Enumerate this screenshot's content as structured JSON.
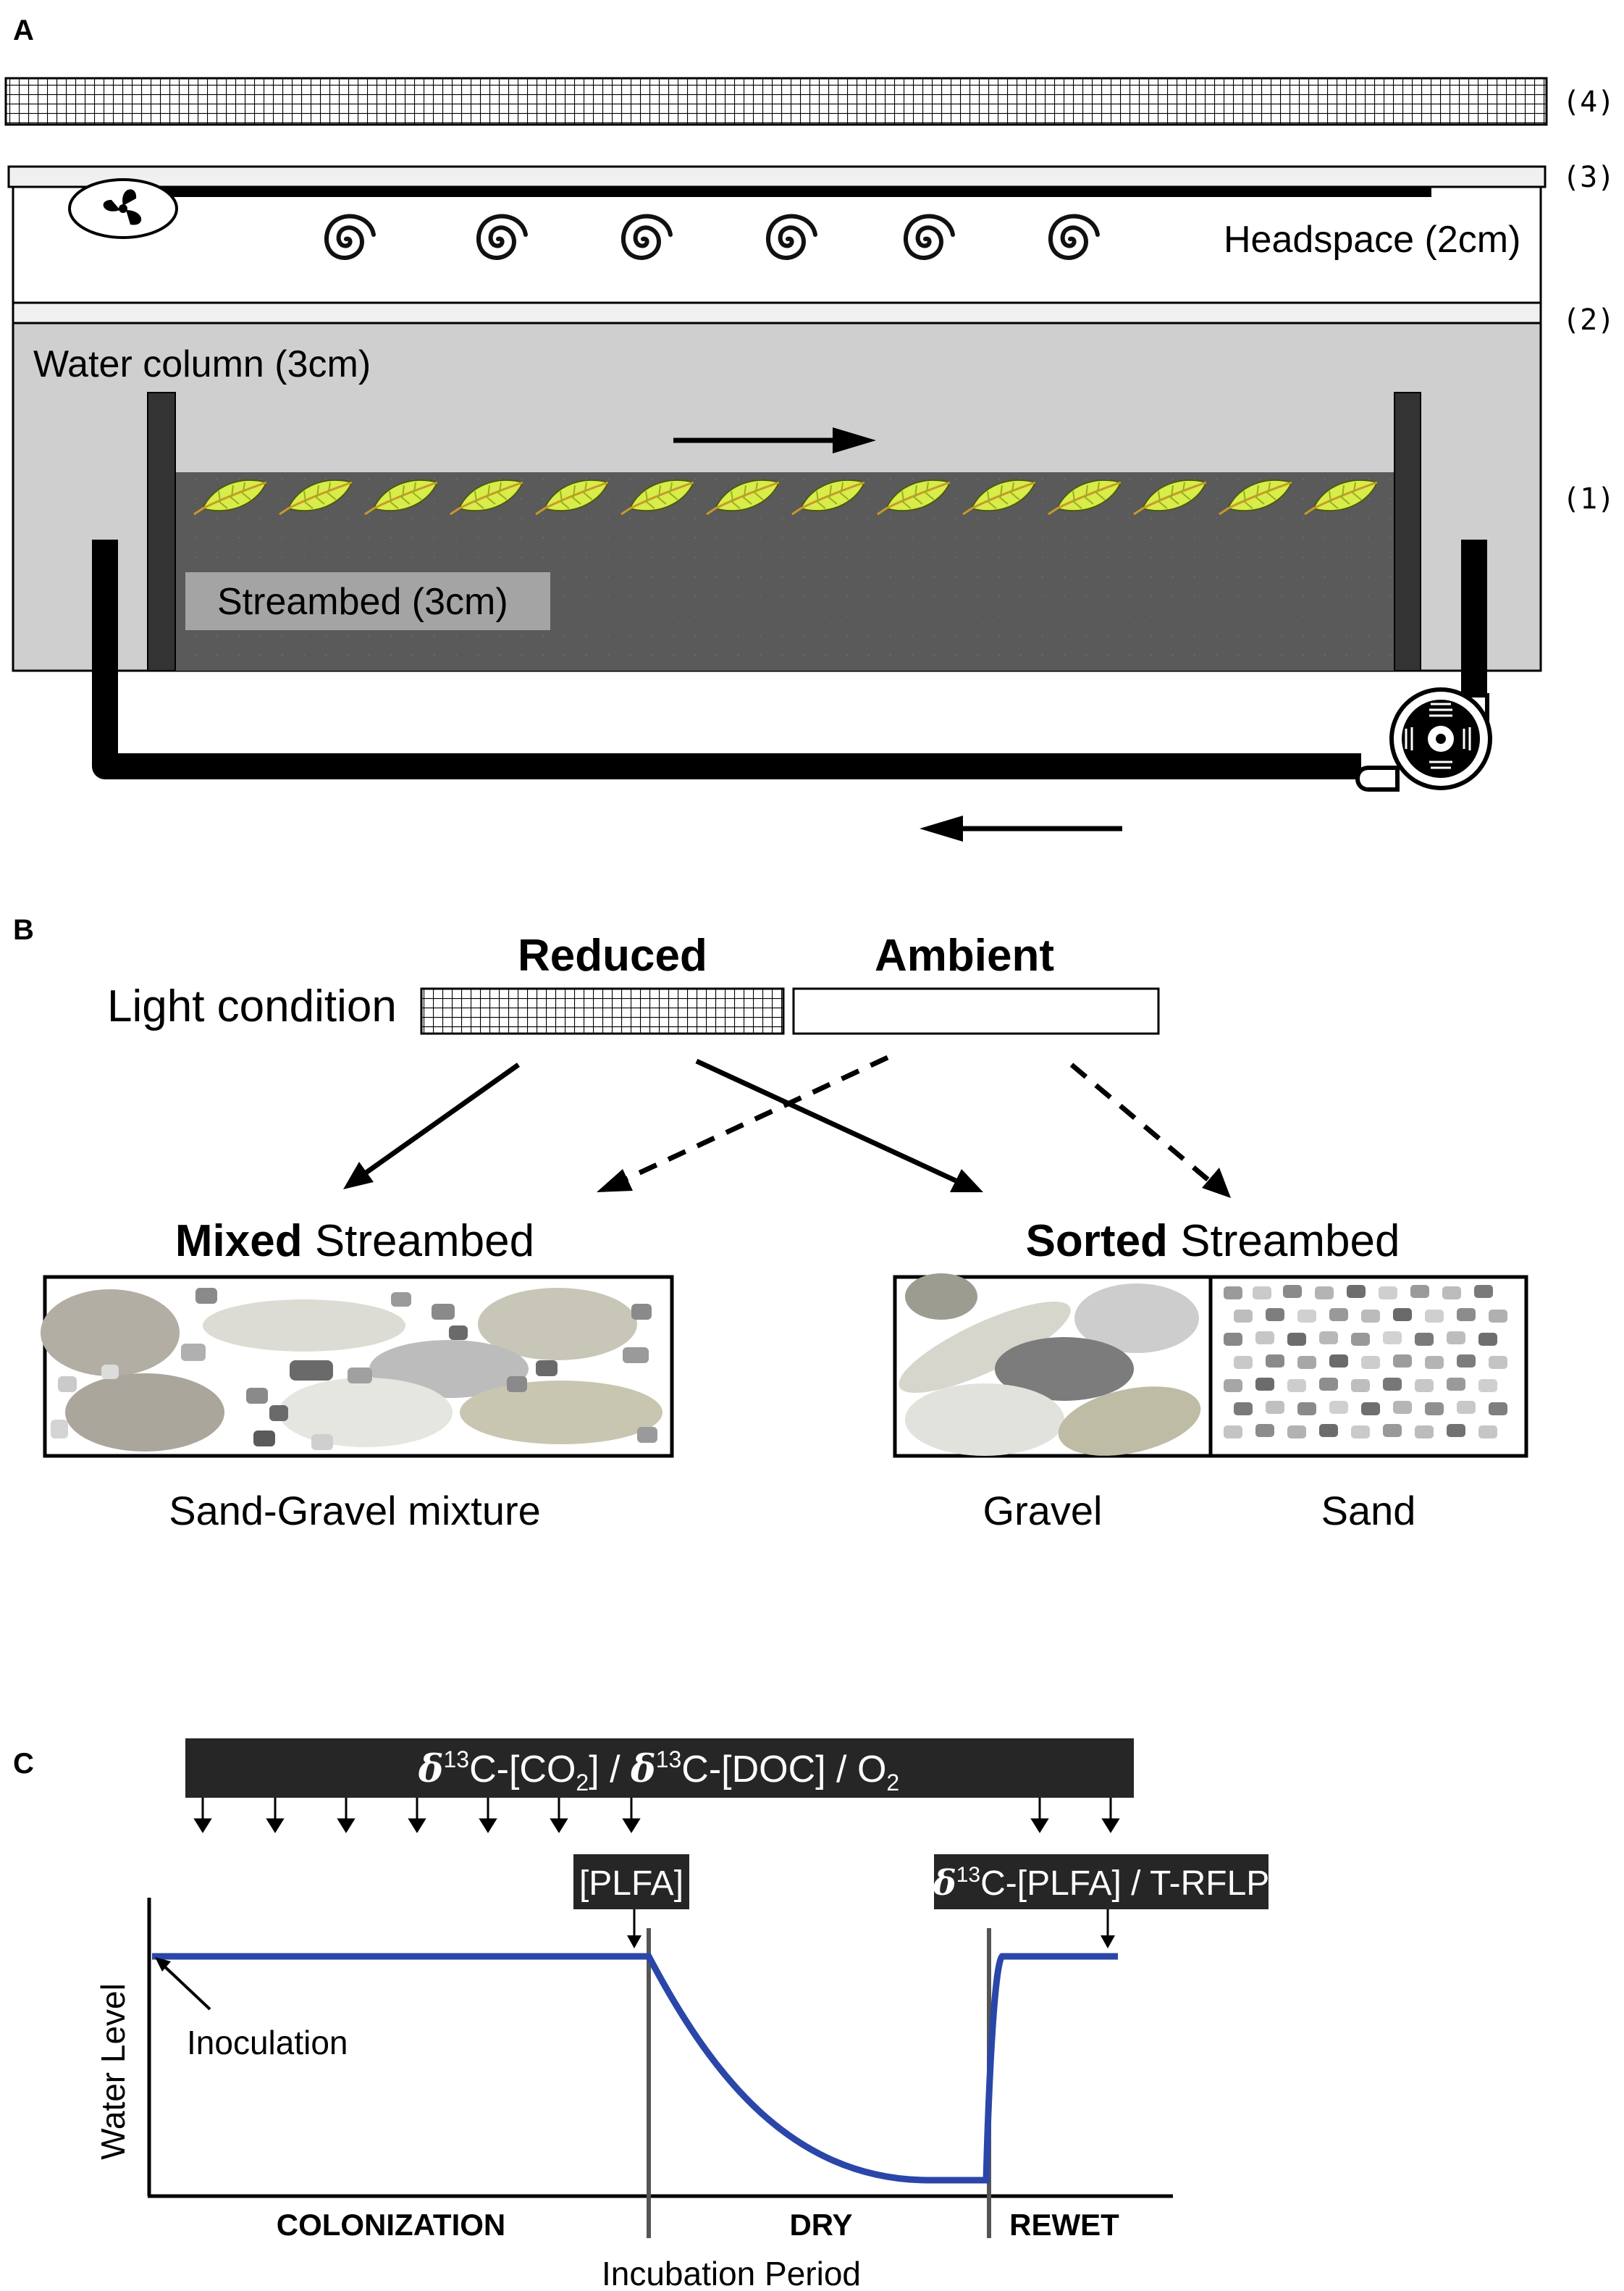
{
  "panel_a": {
    "letter": "A",
    "labels": {
      "l4": "(4)",
      "l3": "(3)",
      "l2": "(2)",
      "l1": "(1)",
      "headspace": "Headspace (2cm)",
      "water_column": "Water column (3cm)",
      "streambed": "Streambed (3cm)"
    },
    "icons": [
      "fan-icon",
      "spiral-icon",
      "leaf-icon",
      "pump-icon",
      "arrow-right-icon",
      "arrow-left-icon"
    ]
  },
  "panel_b": {
    "letter": "B",
    "light_condition": "Light condition",
    "reduced": "Reduced",
    "ambient": "Ambient",
    "mixed_bold": "Mixed",
    "mixed_rest": " Streambed",
    "sorted_bold": "Sorted",
    "sorted_rest": " Streambed",
    "mixture_caption": "Sand-Gravel mixture",
    "gravel_caption": "Gravel",
    "sand_caption": "Sand"
  },
  "panel_c": {
    "letter": "C",
    "measurements": {
      "delta": "δ",
      "sup": "13",
      "c_co2": "C-[CO",
      "sub": "2",
      "close_doc": "] / ",
      "c_doc": "C-[DOC] / O",
      "tail": ""
    },
    "plfa": "[PLFA]",
    "plfa2_delta": "δ",
    "plfa2_sup": "13",
    "plfa2_rest": "C-[PLFA] / T-RFLP",
    "inoculation": "Inoculation",
    "y_label": "Water Level",
    "x_label": "Incubation Period",
    "phases": [
      "COLONIZATION",
      "DRY",
      "REWET"
    ],
    "colors": {
      "water_line": "#2a46a8",
      "box": "#262626"
    }
  }
}
